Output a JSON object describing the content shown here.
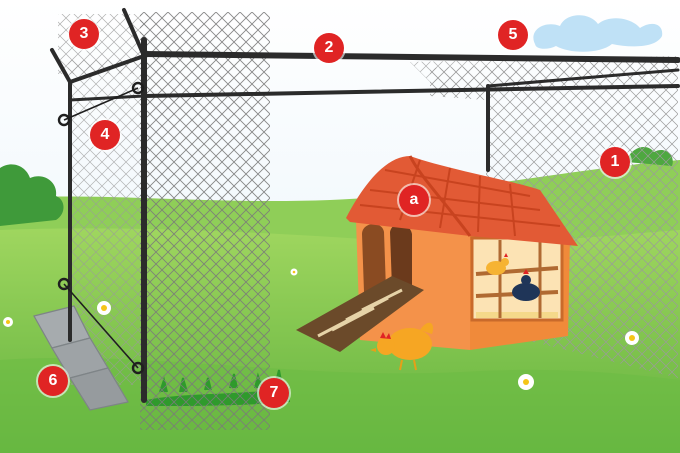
{
  "callouts": {
    "c1": "1",
    "c2": "2",
    "c3": "3",
    "c4": "4",
    "c5": "5",
    "c6": "6",
    "c7": "7",
    "ca": "a"
  },
  "colors": {
    "sky": "#cfe8f7",
    "grass": "#7dc54b",
    "grass_dark": "#5ea83a",
    "fence_post": "#2b2b2b",
    "coop_wall": "#f08a3a",
    "coop_roof": "#e25a35",
    "badge": "#e02424",
    "paver": "#9ea3a6"
  },
  "icons": [
    "chicken-icon",
    "cloud-icon",
    "daisy-icon",
    "coop-icon"
  ]
}
